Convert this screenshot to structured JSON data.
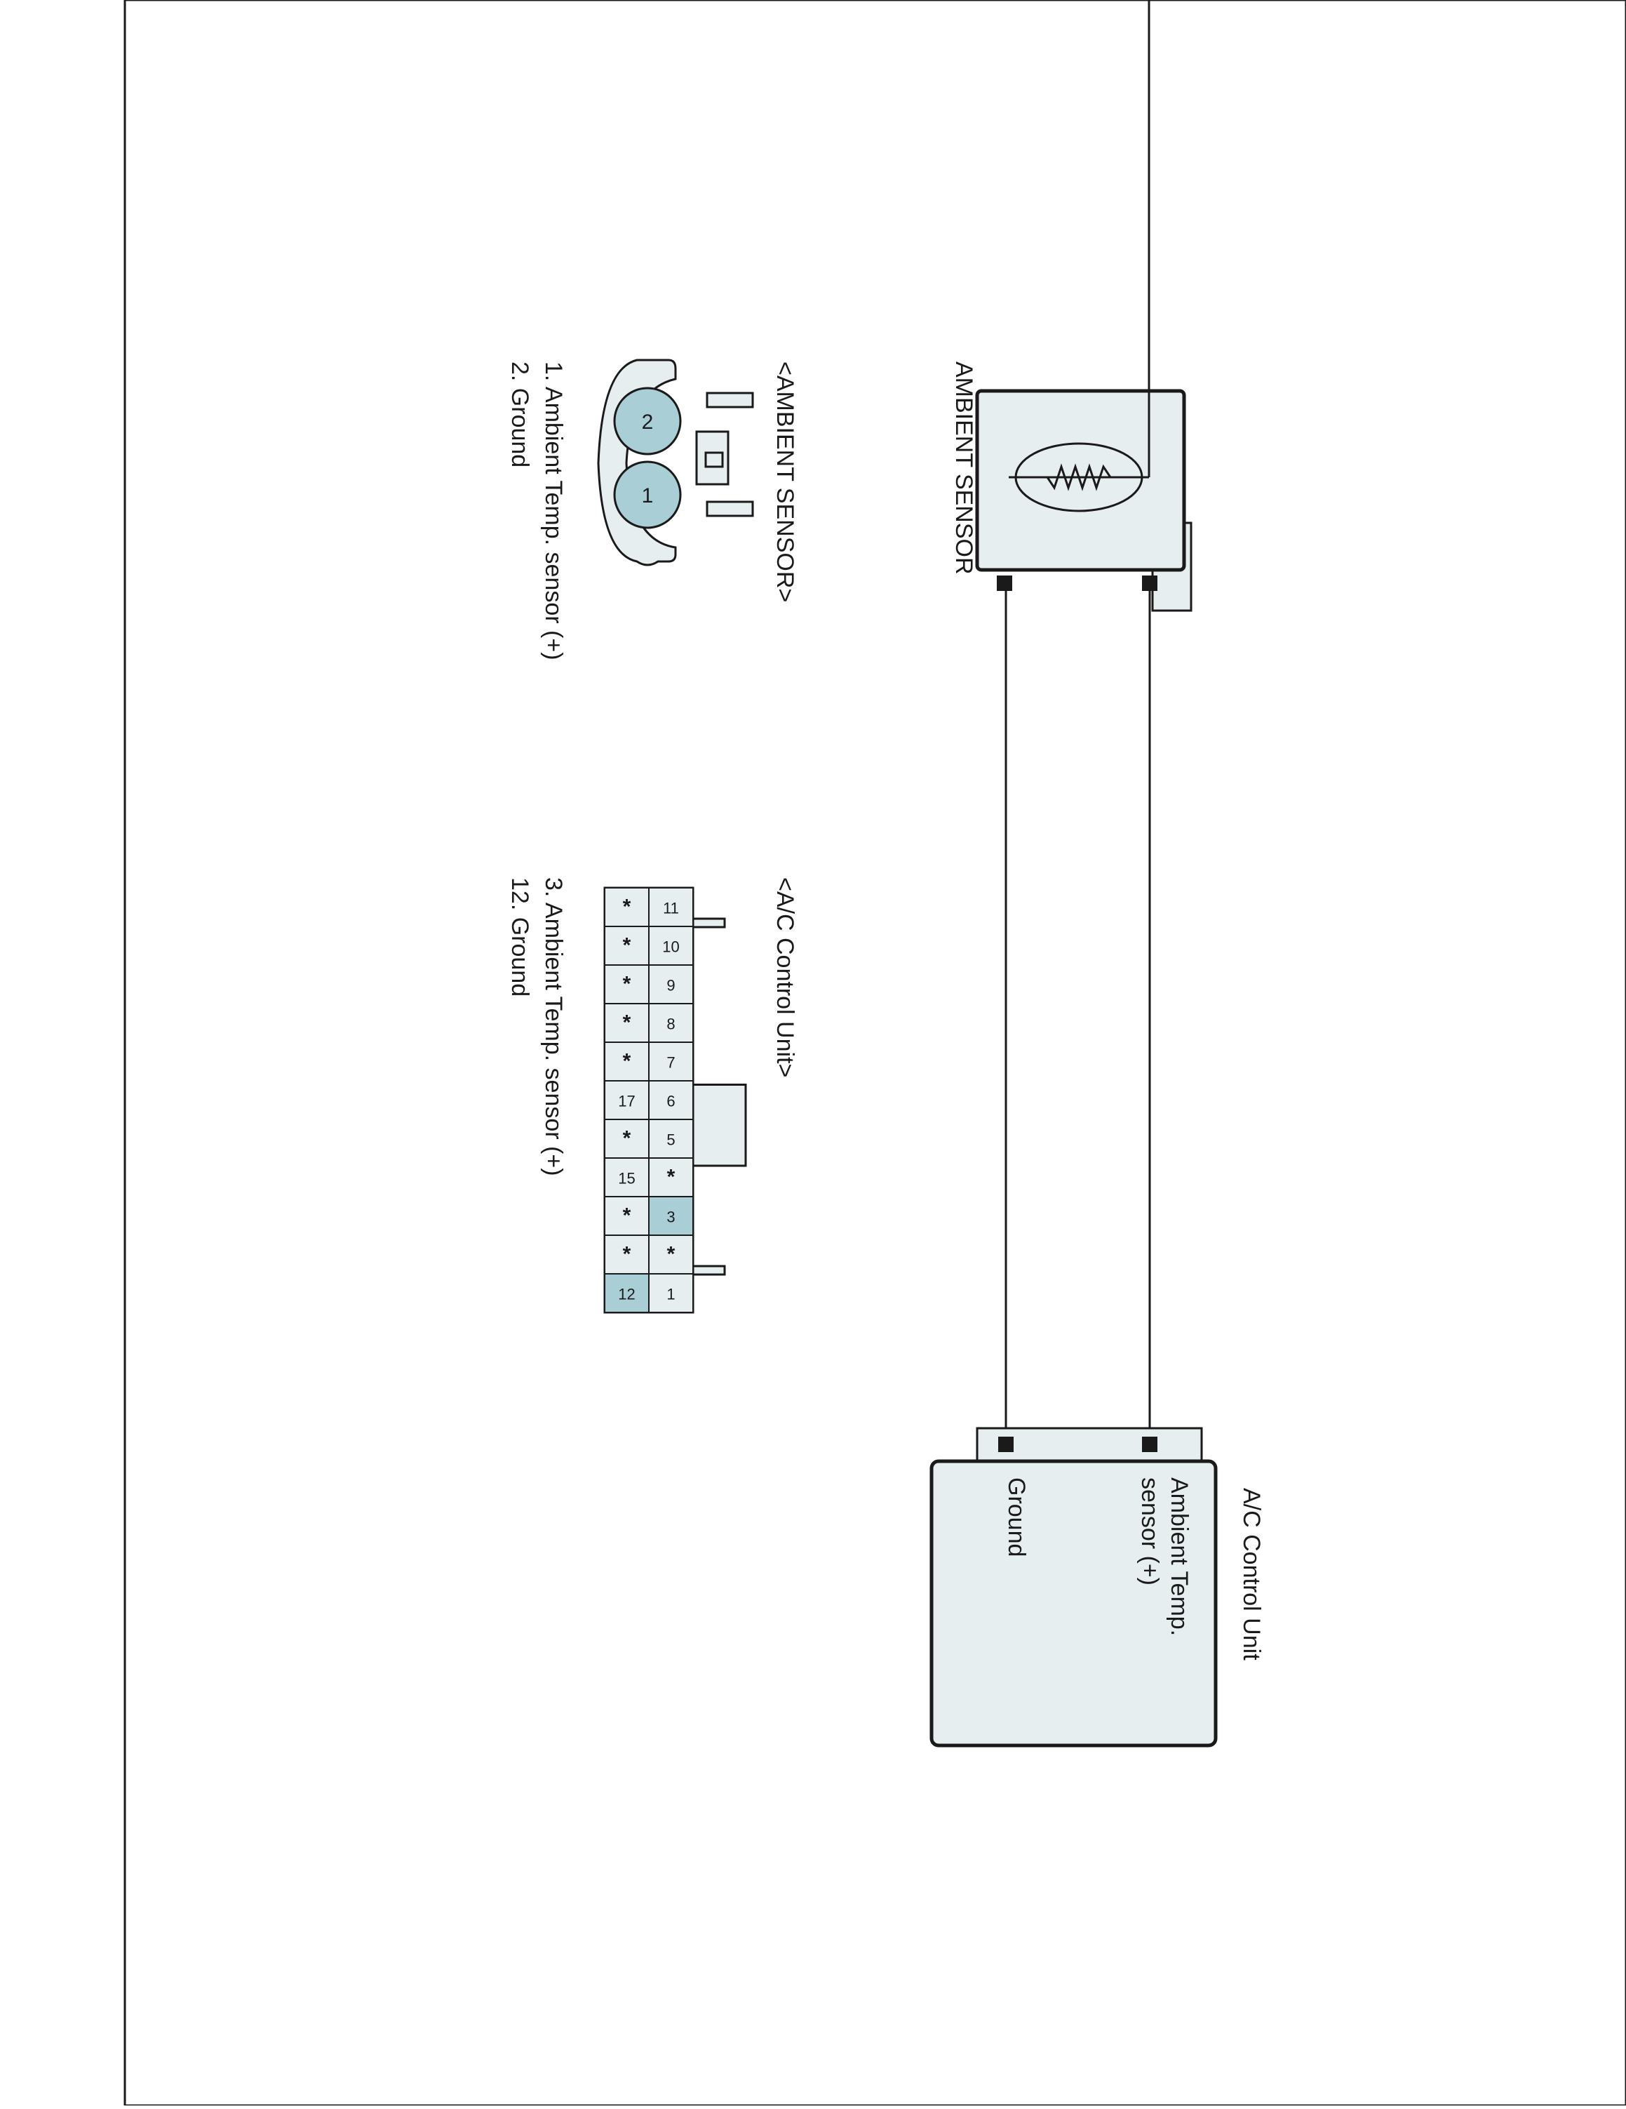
{
  "colors": {
    "pin_highlight": "#a9ced6",
    "box_fill": "#e7eeef",
    "line": "#1a1a1a"
  },
  "schematic": {
    "sensor_title": "AMBIENT SENSOR",
    "ecu_title": "A/C Control Unit",
    "ecu_pin_ambient": [
      "Ambient Temp.",
      "sensor (+)"
    ],
    "ecu_pin_ground": "Ground",
    "sensor_element_icon": "thermistor-icon"
  },
  "sensor_connector": {
    "title": "<AMBIENT SENSOR>",
    "pins": [
      "2",
      "1"
    ],
    "legend": [
      "1. Ambient Temp. sensor (+)",
      "2. Ground"
    ]
  },
  "ac_connector": {
    "title": "<A/C Control Unit>",
    "row_top": [
      "11",
      "10",
      "9",
      "8",
      "7",
      "6",
      "5",
      "*",
      "3",
      "*",
      "1"
    ],
    "row_bottom": [
      "*",
      "*",
      "*",
      "*",
      "*",
      "17",
      "*",
      "15",
      "*",
      "*",
      "12"
    ],
    "highlighted": [
      "3",
      "12"
    ],
    "legend": [
      "3. Ambient Temp. sensor (+)",
      "12. Ground"
    ]
  }
}
